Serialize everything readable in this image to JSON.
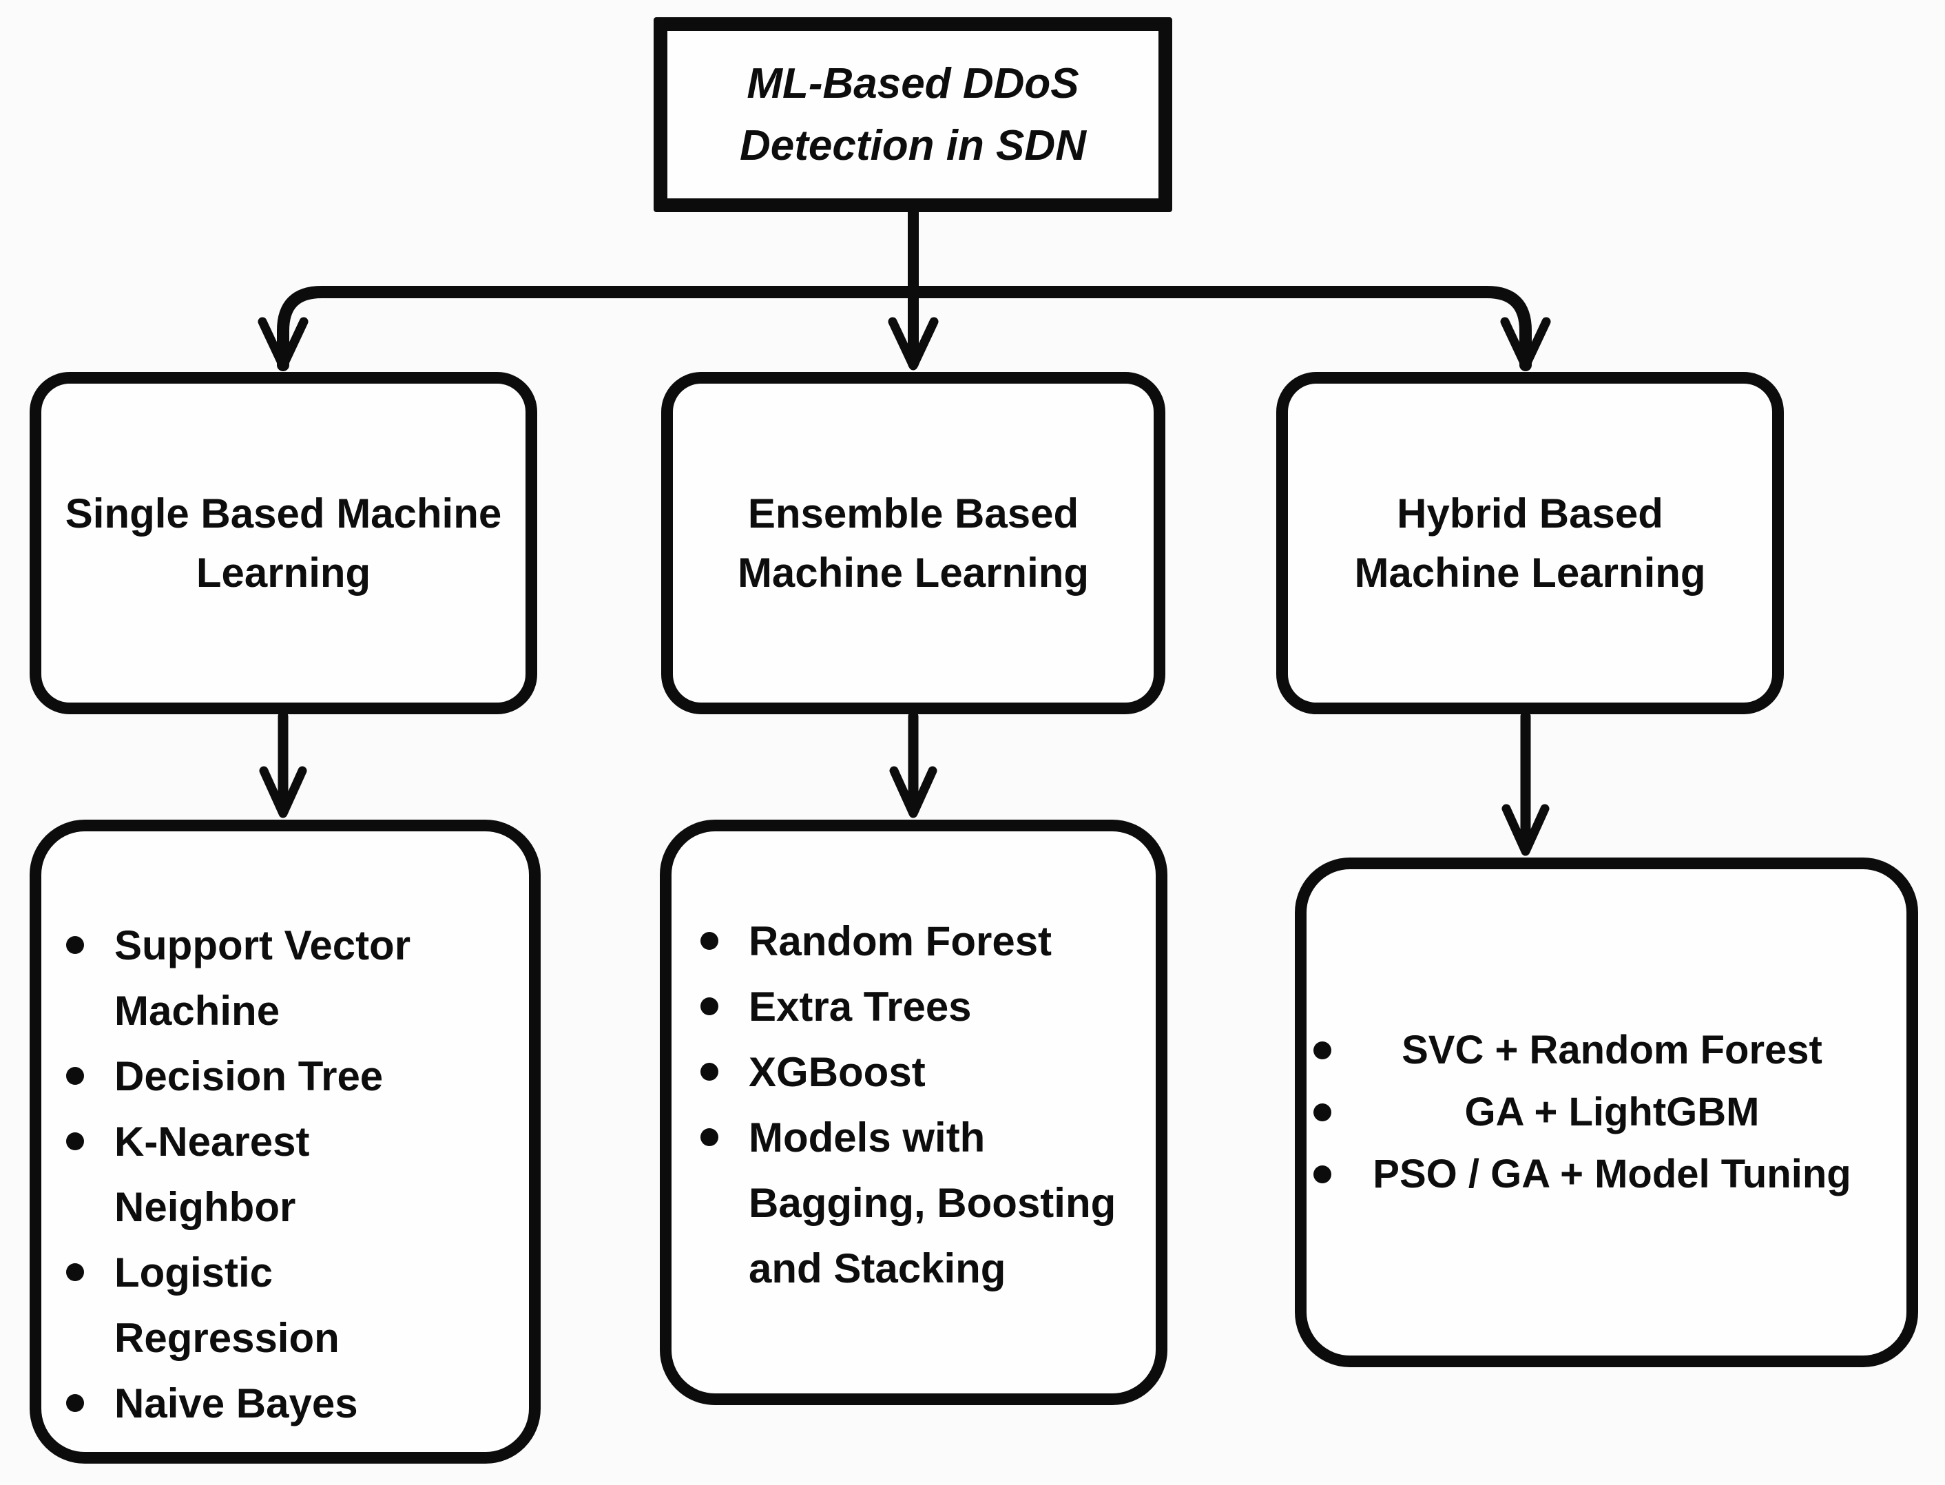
{
  "root_box": {
    "label": "ML-Based DDoS\nDetection in SDN"
  },
  "branch_boxes": [
    {
      "id": "single",
      "label": "Single Based Machine\nLearning"
    },
    {
      "id": "ensemble",
      "label": "Ensemble Based\nMachine Learning"
    },
    {
      "id": "hybrid",
      "label": "Hybrid Based\nMachine Learning"
    }
  ],
  "method_boxes": [
    {
      "id": "single-methods",
      "items": [
        "Support Vector\nMachine",
        "Decision Tree",
        "K-Nearest\nNeighbor",
        "Logistic\nRegression",
        "Naive Bayes"
      ]
    },
    {
      "id": "ensemble-methods",
      "items": [
        "Random Forest",
        "Extra Trees",
        "XGBoost",
        "Models with\nBagging, Boosting\nand Stacking"
      ]
    },
    {
      "id": "hybrid-methods",
      "items": [
        "SVC + Random Forest",
        "GA + LightGBM",
        "PSO / GA + Model Tuning"
      ]
    }
  ],
  "colors": {
    "ink": "#0d0d0d",
    "canvas_background": "#fbfbfb",
    "box_fill": "#fefefe"
  }
}
